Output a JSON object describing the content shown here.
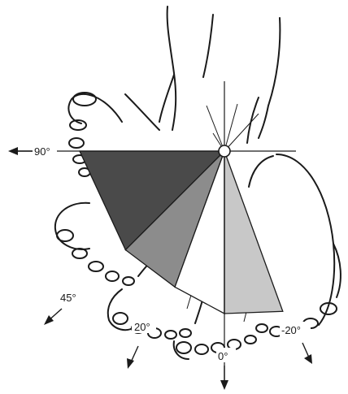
{
  "figure": {
    "labels": {
      "deg_90": "90°",
      "deg_45": "45°",
      "deg_20": "20°",
      "deg_0": "0°",
      "deg_neg20": "-20°"
    },
    "sectors": [
      {
        "name": "sector-90-to-45",
        "from_deg": 90,
        "to_deg": 45,
        "color": "#4a4a4a"
      },
      {
        "name": "sector-45-to-20",
        "from_deg": 45,
        "to_deg": 20,
        "color": "#8c8c8c"
      },
      {
        "name": "sector-20-to-0",
        "from_deg": 20,
        "to_deg": 0,
        "color": "#ffffff"
      },
      {
        "name": "sector-0-to-neg20",
        "from_deg": 0,
        "to_deg": -20,
        "color": "#c8c8c8"
      }
    ],
    "icons": {
      "pivot": "pivot-circle",
      "arrows": "direction-arrow"
    }
  }
}
